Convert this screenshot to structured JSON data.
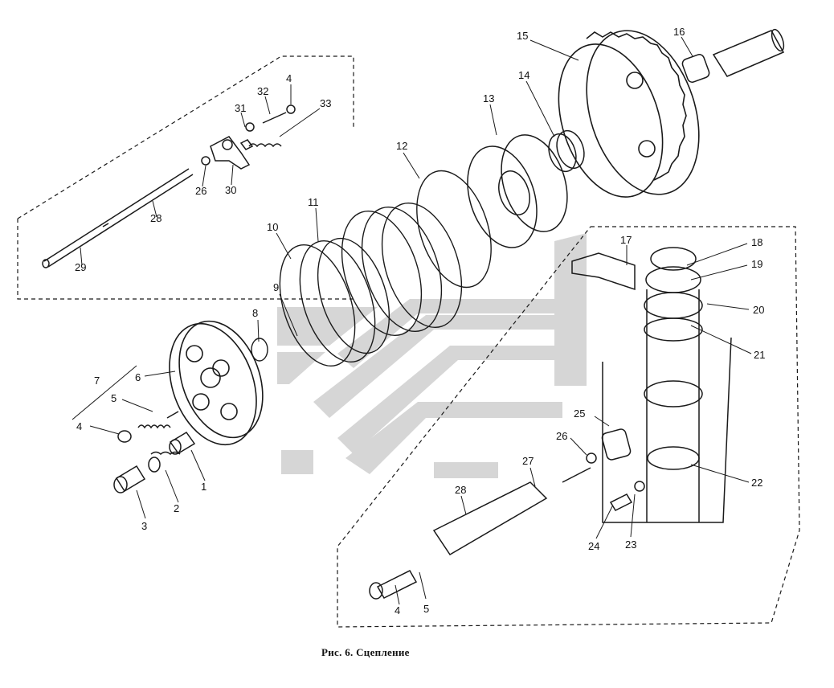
{
  "caption": "Рис. 6. Сцепление",
  "watermark_colors": {
    "light": "#d6d6d6",
    "dark": "#c4c4c4"
  },
  "ink_color": "#1a1a1a",
  "parts": [
    {
      "id": "p1",
      "label": "1"
    },
    {
      "id": "p2",
      "label": "2"
    },
    {
      "id": "p3",
      "label": "3"
    },
    {
      "id": "p4a",
      "label": "4"
    },
    {
      "id": "p4b",
      "label": "4"
    },
    {
      "id": "p4c",
      "label": "4"
    },
    {
      "id": "p5a",
      "label": "5"
    },
    {
      "id": "p5b",
      "label": "5"
    },
    {
      "id": "p6",
      "label": "6"
    },
    {
      "id": "p7",
      "label": "7"
    },
    {
      "id": "p8",
      "label": "8"
    },
    {
      "id": "p9",
      "label": "9"
    },
    {
      "id": "p10",
      "label": "10"
    },
    {
      "id": "p11",
      "label": "11"
    },
    {
      "id": "p12",
      "label": "12"
    },
    {
      "id": "p13",
      "label": "13"
    },
    {
      "id": "p14",
      "label": "14"
    },
    {
      "id": "p15",
      "label": "15"
    },
    {
      "id": "p16",
      "label": "16"
    },
    {
      "id": "p17",
      "label": "17"
    },
    {
      "id": "p18",
      "label": "18"
    },
    {
      "id": "p19",
      "label": "19"
    },
    {
      "id": "p20",
      "label": "20"
    },
    {
      "id": "p21",
      "label": "21"
    },
    {
      "id": "p22",
      "label": "22"
    },
    {
      "id": "p23",
      "label": "23"
    },
    {
      "id": "p24",
      "label": "24"
    },
    {
      "id": "p25",
      "label": "25"
    },
    {
      "id": "p26a",
      "label": "26"
    },
    {
      "id": "p26b",
      "label": "26"
    },
    {
      "id": "p27",
      "label": "27"
    },
    {
      "id": "p28a",
      "label": "28"
    },
    {
      "id": "p28b",
      "label": "28"
    },
    {
      "id": "p29",
      "label": "29"
    },
    {
      "id": "p30",
      "label": "30"
    },
    {
      "id": "p31",
      "label": "31"
    },
    {
      "id": "p32",
      "label": "32"
    },
    {
      "id": "p33",
      "label": "33"
    }
  ]
}
